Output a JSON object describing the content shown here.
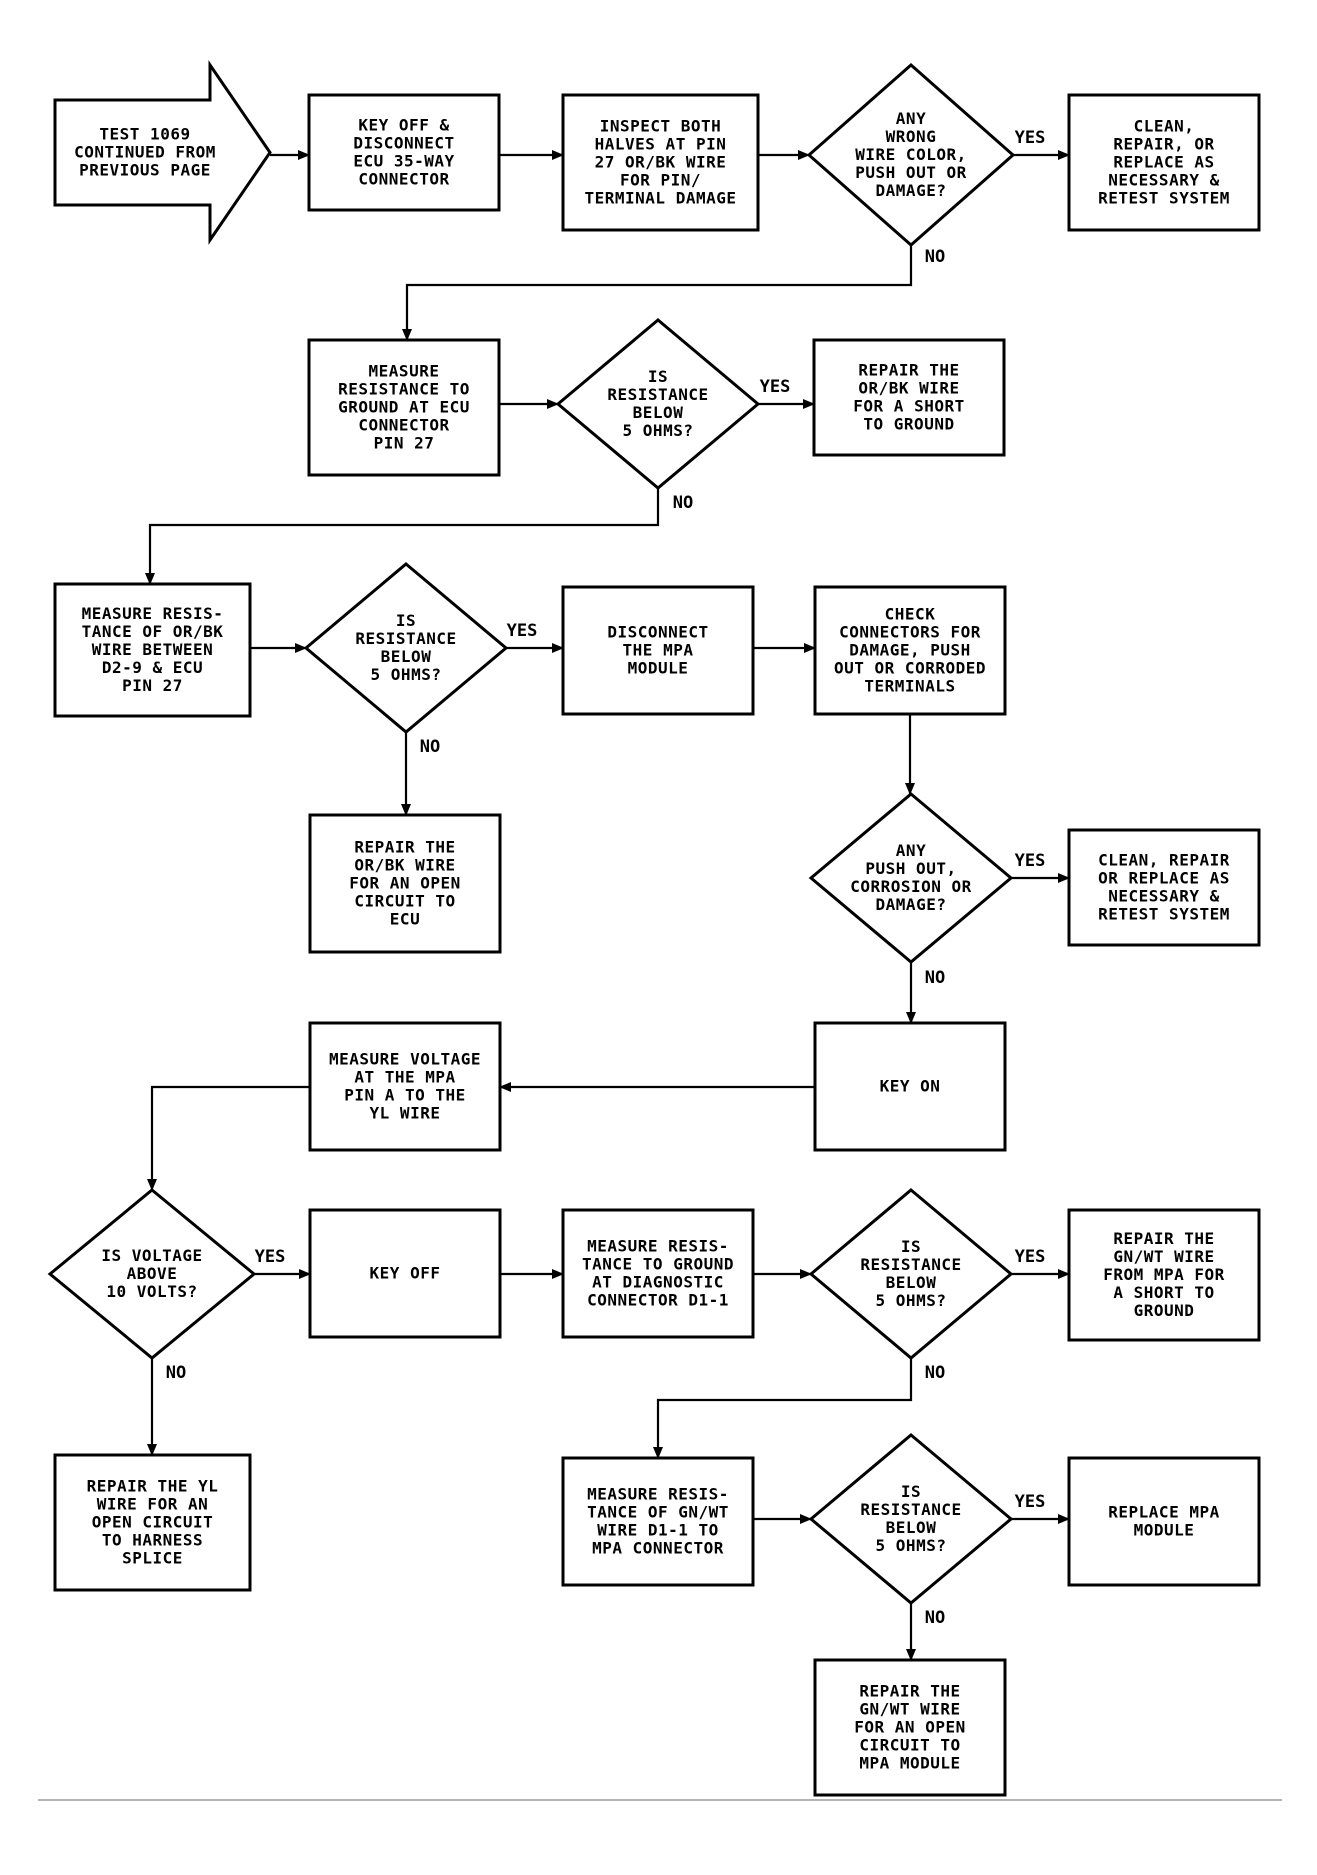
{
  "nodes": {
    "start": {
      "lines": [
        "TEST 1069",
        "CONTINUED FROM",
        "PREVIOUS PAGE"
      ]
    },
    "keyoff_disconnect": {
      "lines": [
        "KEY OFF &",
        "DISCONNECT",
        "ECU 35-WAY",
        "CONNECTOR"
      ]
    },
    "inspect_halves": {
      "lines": [
        "INSPECT BOTH",
        "HALVES AT PIN",
        "27 OR/BK WIRE",
        "FOR PIN/",
        "TERMINAL DAMAGE"
      ]
    },
    "q_wrong_wire": {
      "lines": [
        "ANY",
        "WRONG",
        "WIRE COLOR,",
        "PUSH OUT OR",
        "DAMAGE?"
      ]
    },
    "clean_repair_1": {
      "lines": [
        "CLEAN,",
        "REPAIR, OR",
        "REPLACE AS",
        "NECESSARY &",
        "RETEST SYSTEM"
      ]
    },
    "measure_ground_ecu": {
      "lines": [
        "MEASURE",
        "RESISTANCE TO",
        "GROUND AT ECU",
        "CONNECTOR",
        "PIN 27"
      ]
    },
    "q_res_below_1": {
      "lines": [
        "IS",
        "RESISTANCE",
        "BELOW",
        "5 OHMS?"
      ]
    },
    "repair_orbk_short": {
      "lines": [
        "REPAIR THE",
        "OR/BK WIRE",
        "FOR A SHORT",
        "TO GROUND"
      ]
    },
    "measure_orbk": {
      "lines": [
        "MEASURE RESIS-",
        "TANCE OF OR/BK",
        "WIRE BETWEEN",
        "D2-9 & ECU",
        "PIN 27"
      ]
    },
    "q_res_below_2": {
      "lines": [
        "IS",
        "RESISTANCE",
        "BELOW",
        "5 OHMS?"
      ]
    },
    "disconnect_mpa": {
      "lines": [
        "DISCONNECT",
        "THE MPA",
        "MODULE"
      ]
    },
    "check_connectors": {
      "lines": [
        "CHECK",
        "CONNECTORS FOR",
        "DAMAGE, PUSH",
        "OUT OR CORRODED",
        "TERMINALS"
      ]
    },
    "repair_orbk_open": {
      "lines": [
        "REPAIR THE",
        "OR/BK WIRE",
        "FOR AN OPEN",
        "CIRCUIT TO",
        "ECU"
      ]
    },
    "q_push_out": {
      "lines": [
        "ANY",
        "PUSH OUT,",
        "CORROSION OR",
        "DAMAGE?"
      ]
    },
    "clean_repair_2": {
      "lines": [
        "CLEAN, REPAIR",
        "OR REPLACE AS",
        "NECESSARY &",
        "RETEST SYSTEM"
      ]
    },
    "key_on": {
      "lines": [
        "KEY ON"
      ]
    },
    "measure_voltage": {
      "lines": [
        "MEASURE VOLTAGE",
        "AT THE MPA",
        "PIN A TO THE",
        "YL WIRE"
      ]
    },
    "q_voltage": {
      "lines": [
        "IS VOLTAGE",
        "ABOVE",
        "10 VOLTS?"
      ]
    },
    "key_off": {
      "lines": [
        "KEY OFF"
      ]
    },
    "measure_diag": {
      "lines": [
        "MEASURE RESIS-",
        "TANCE TO GROUND",
        "AT DIAGNOSTIC",
        "CONNECTOR D1-1"
      ]
    },
    "q_res_below_3": {
      "lines": [
        "IS",
        "RESISTANCE",
        "BELOW",
        "5 OHMS?"
      ]
    },
    "repair_gnwt_short": {
      "lines": [
        "REPAIR THE",
        "GN/WT WIRE",
        "FROM MPA FOR",
        "A SHORT TO",
        "GROUND"
      ]
    },
    "repair_yl_open": {
      "lines": [
        "REPAIR THE YL",
        "WIRE FOR AN",
        "OPEN CIRCUIT",
        "TO HARNESS",
        "SPLICE"
      ]
    },
    "measure_gnwt": {
      "lines": [
        "MEASURE RESIS-",
        "TANCE OF GN/WT",
        "WIRE D1-1 TO",
        "MPA CONNECTOR"
      ]
    },
    "q_res_below_4": {
      "lines": [
        "IS",
        "RESISTANCE",
        "BELOW",
        "5 OHMS?"
      ]
    },
    "replace_mpa": {
      "lines": [
        "REPLACE MPA",
        "MODULE"
      ]
    },
    "repair_gnwt_open": {
      "lines": [
        "REPAIR THE",
        "GN/WT WIRE",
        "FOR AN OPEN",
        "CIRCUIT TO",
        "MPA MODULE"
      ]
    }
  },
  "labels": {
    "yes": "YES",
    "no": "NO"
  }
}
